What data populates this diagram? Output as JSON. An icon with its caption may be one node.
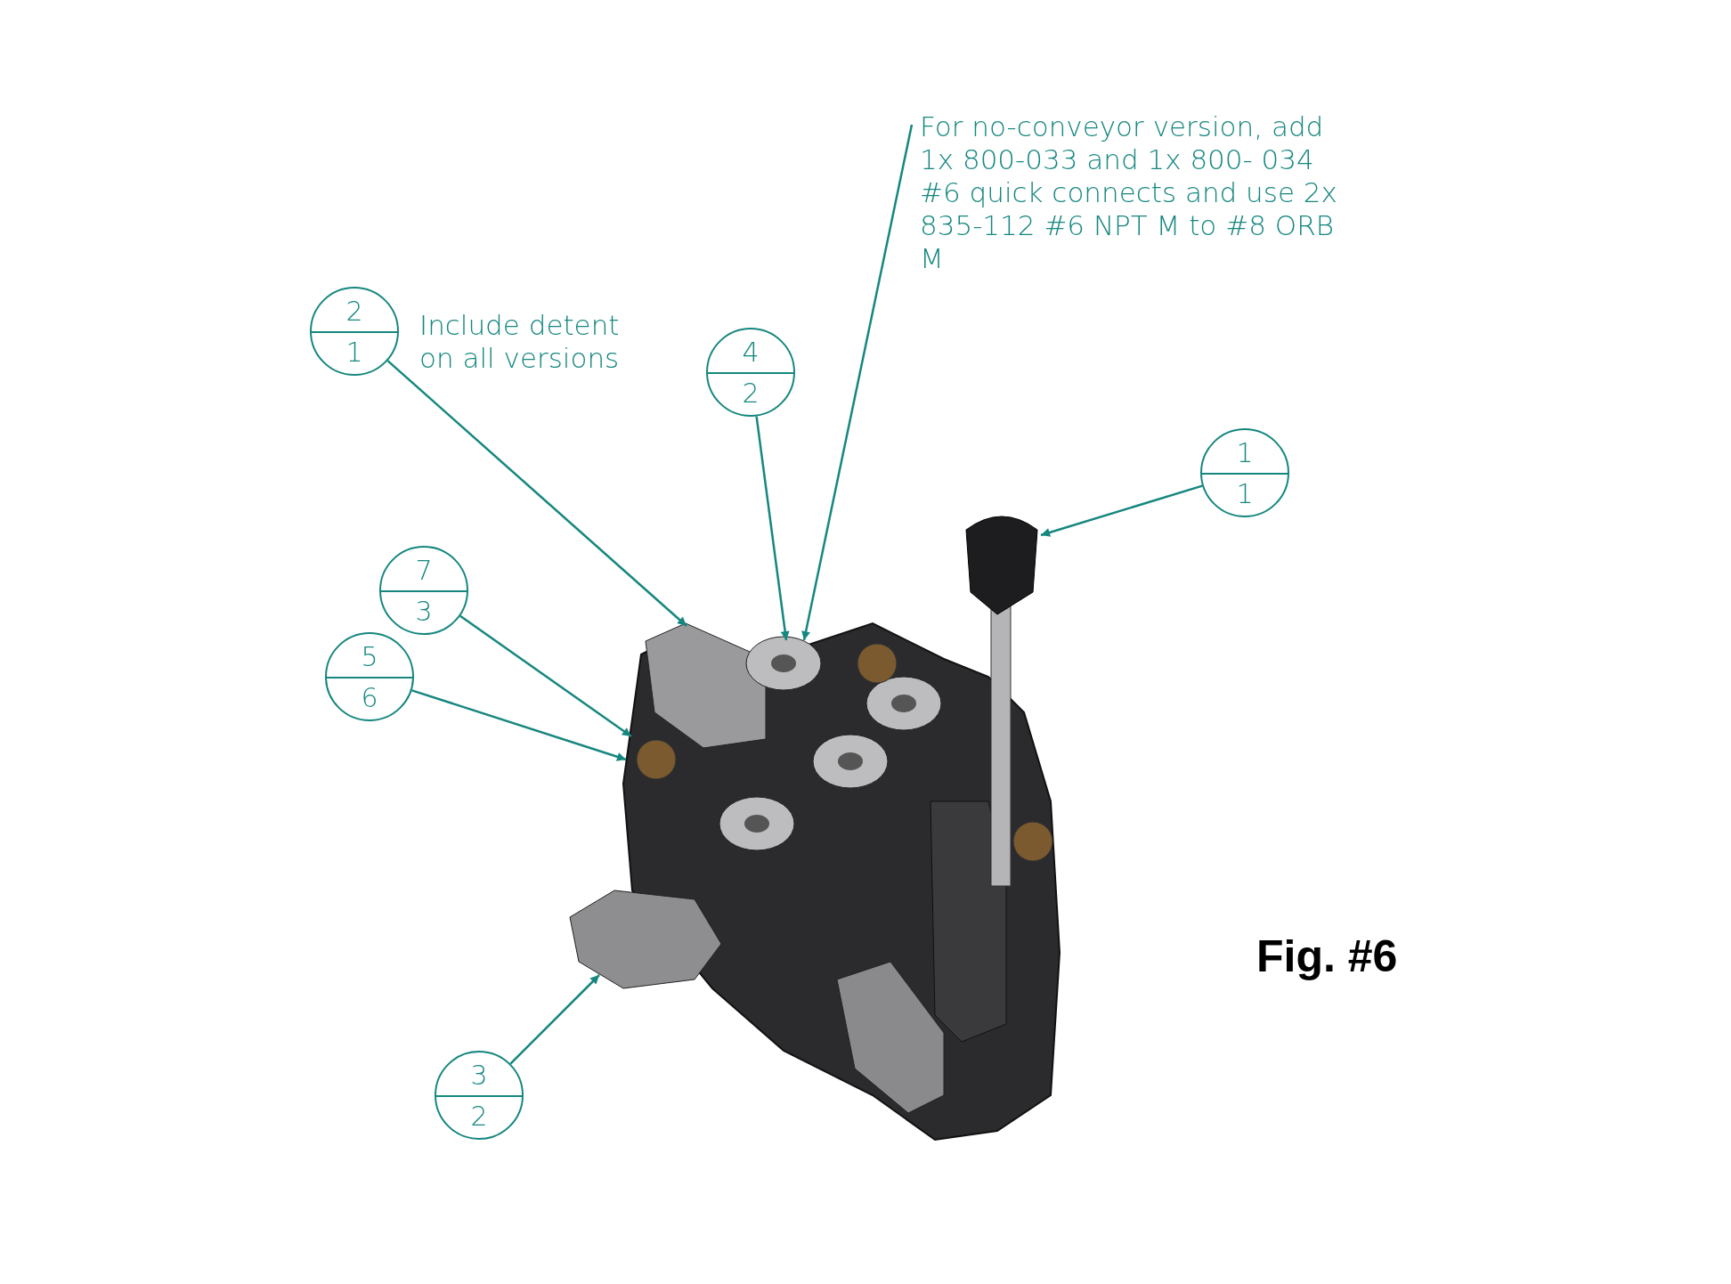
{
  "diagram": {
    "caption": "Fig. #6",
    "nodes": [
      {
        "text": [
          "2",
          "1"
        ],
        "beside": [
          "Include detent on all versions"
        ]
      },
      {
        "text": [
          "4",
          "2"
        ]
      },
      {
        "text": [
          "For no-conveyor version, add 1x 800-033 and 1x 800- 034 #6 quick connects and use 2x 835-112 #6 NPT M to #8 ORB M"
        ]
      },
      {
        "text": [
          "1",
          "1"
        ]
      },
      {
        "text": [
          "7",
          "3"
        ]
      },
      {
        "text": [
          "5",
          "6"
        ]
      },
      {
        "text": [
          "3",
          "2"
        ]
      }
    ],
    "edges": [
      {
        "from": 0,
        "to": null,
        "arrow": "to"
      },
      {
        "from": 1,
        "to": null,
        "arrow": "to"
      },
      {
        "from": 2,
        "to": null,
        "arrow": "to"
      },
      {
        "from": 3,
        "to": null,
        "arrow": "to"
      },
      {
        "from": 4,
        "to": null,
        "arrow": "to"
      },
      {
        "from": 5,
        "to": null,
        "arrow": "to"
      },
      {
        "from": 6,
        "to": null,
        "arrow": "to"
      }
    ]
  }
}
